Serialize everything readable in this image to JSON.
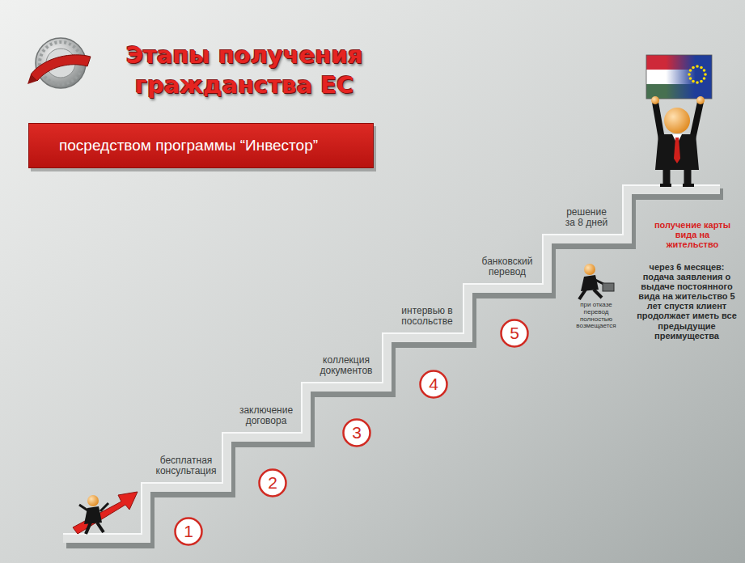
{
  "diagram": {
    "title": "Этапы получения гражданства ЕС",
    "nodes": [
      {
        "text": [
          "посредством программы “Инвестор”"
        ]
      },
      {
        "text": [
          "1"
        ]
      },
      {
        "text": [
          "2"
        ]
      },
      {
        "text": [
          "3"
        ]
      },
      {
        "text": [
          "4"
        ]
      },
      {
        "text": [
          "5"
        ]
      }
    ],
    "labels": [
      "бесплатная консультация",
      "заключение договора",
      "коллекция документов",
      "интервью в посольстве",
      "банковский перевод",
      "решение за 8 дней",
      "при отказе перевод полностью возмещается",
      "получение карты вида на жительство",
      "через 6 месяцев: подача заявления о выдаче постоянного вида на жительство 5 лет спустя клиент продолжает иметь все предыдущие преимущества"
    ]
  }
}
